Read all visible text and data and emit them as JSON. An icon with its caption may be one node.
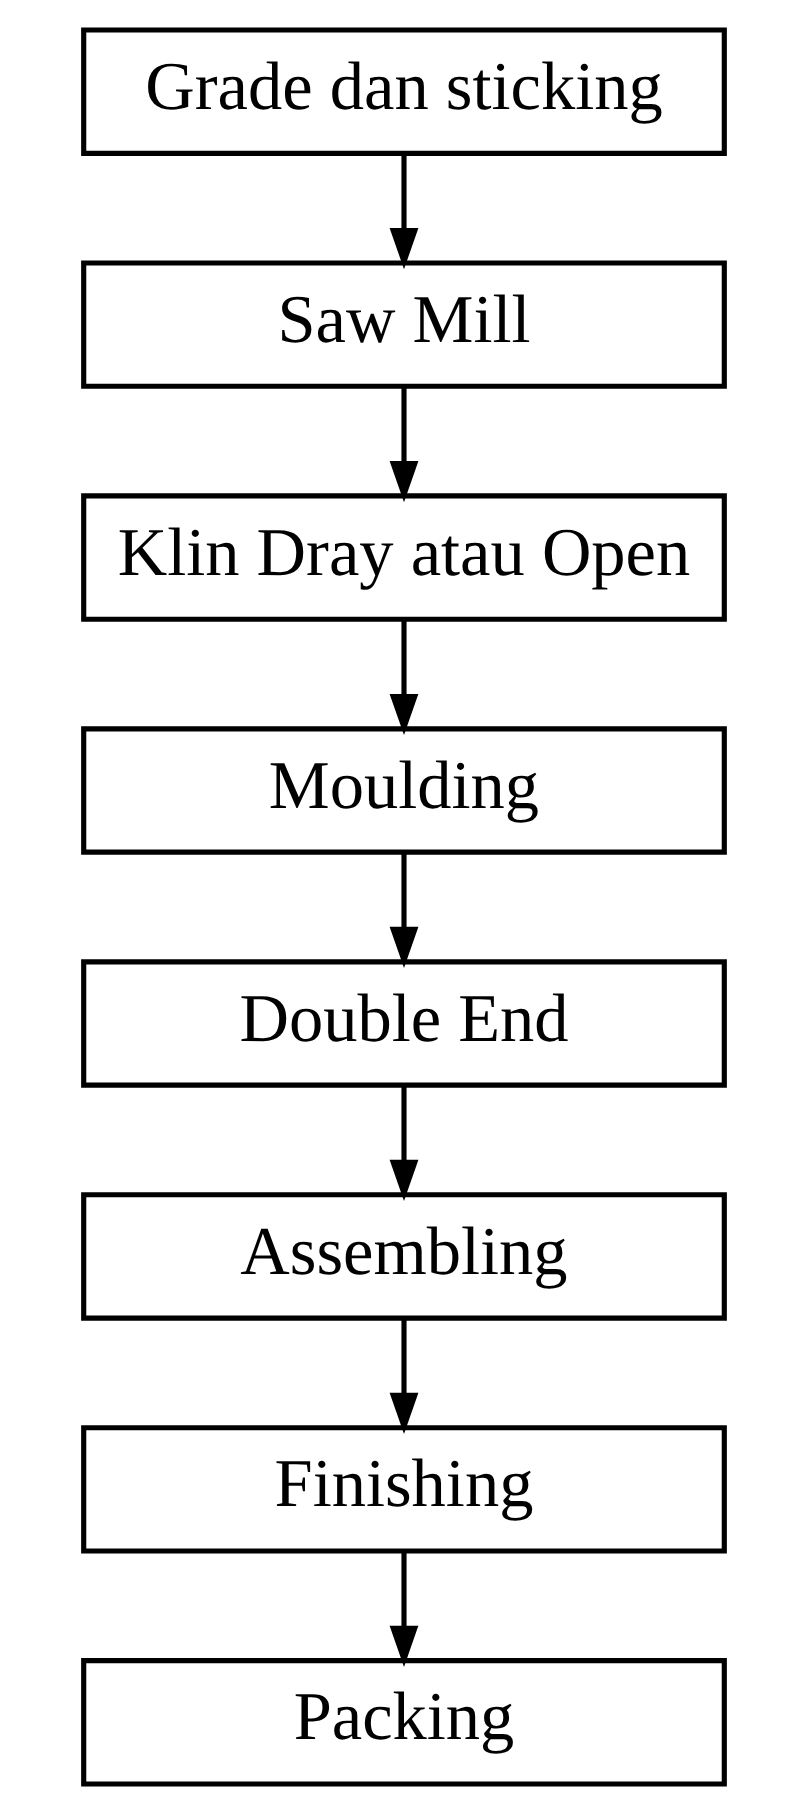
{
  "diagram": {
    "nodes": [
      {
        "text": [
          "Grade dan sticking"
        ]
      },
      {
        "text": [
          "Saw Mill"
        ]
      },
      {
        "text": [
          "Klin Dray atau Open"
        ]
      },
      {
        "text": [
          "Moulding"
        ]
      },
      {
        "text": [
          "Double End"
        ]
      },
      {
        "text": [
          "Assembling"
        ]
      },
      {
        "text": [
          "Finishing"
        ]
      },
      {
        "text": [
          "Packing"
        ]
      }
    ],
    "edges": [
      {
        "from": 0,
        "to": 1,
        "arrow": "to"
      },
      {
        "from": 1,
        "to": 2,
        "arrow": "to"
      },
      {
        "from": 2,
        "to": 3,
        "arrow": "to"
      },
      {
        "from": 3,
        "to": 4,
        "arrow": "to"
      },
      {
        "from": 4,
        "to": 5,
        "arrow": "to"
      },
      {
        "from": 5,
        "to": 6,
        "arrow": "to"
      },
      {
        "from": 6,
        "to": 7,
        "arrow": "to"
      }
    ]
  }
}
